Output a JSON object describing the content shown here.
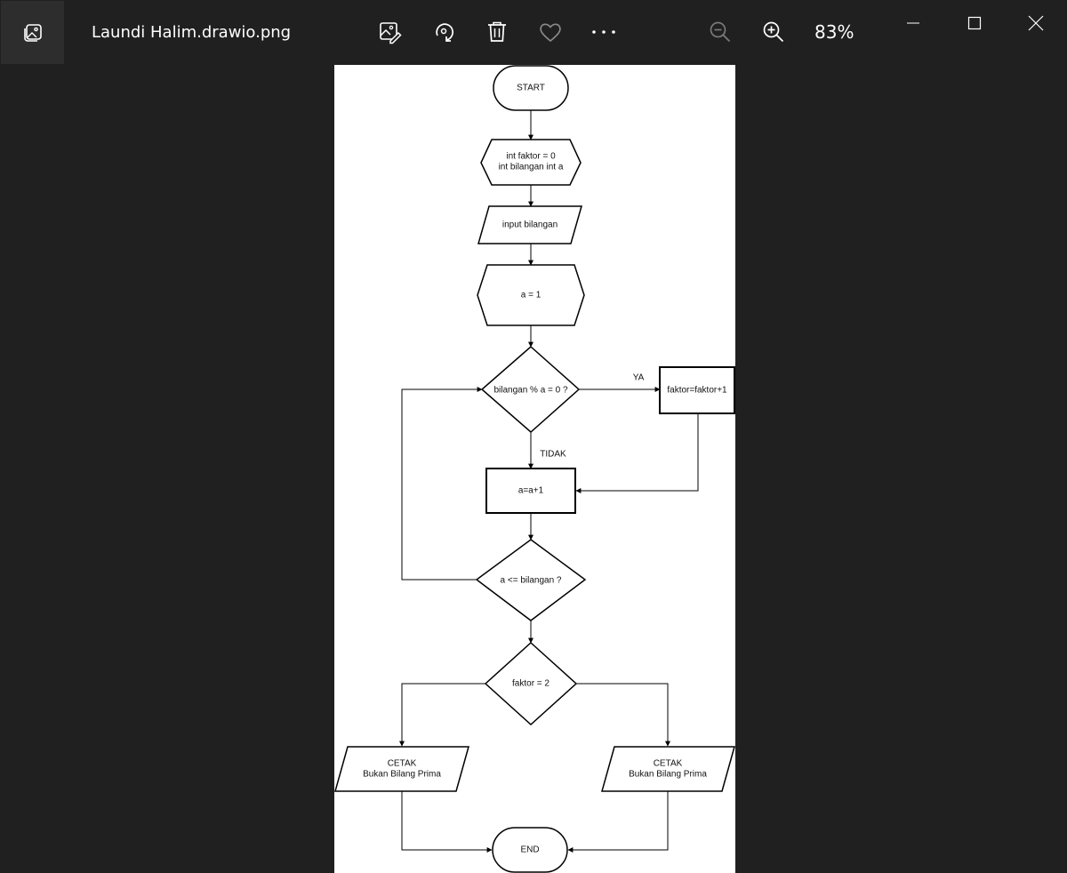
{
  "window": {
    "title": "Laundi Halim.drawio.png",
    "zoom": "83%"
  },
  "toolbar": {
    "edit_icon": "edit-image-icon",
    "rotate_icon": "rotate-icon",
    "delete_icon": "trash-icon",
    "favorite_icon": "heart-icon",
    "more_icon": "ellipsis-icon",
    "zoom_out_icon": "zoom-out-icon",
    "zoom_in_icon": "zoom-in-icon"
  },
  "flowchart": {
    "start": "START",
    "init_line1": "int faktor = 0",
    "init_line2": "int bilangan int a",
    "input": "input bilangan",
    "assign": "a = 1",
    "decision_mod": "bilangan % a = 0 ?",
    "label_yes": "YA",
    "increment_factor": "faktor=faktor+1",
    "label_no": "TIDAK",
    "increment_a": "a=a+1",
    "decision_loop": "a <= bilangan ?",
    "decision_factor": "faktor = 2",
    "output_left_line1": "CETAK",
    "output_left_line2": "Bukan Bilang Prima",
    "output_right_line1": "CETAK",
    "output_right_line2": "Bukan Bilang Prima",
    "end": "END"
  }
}
